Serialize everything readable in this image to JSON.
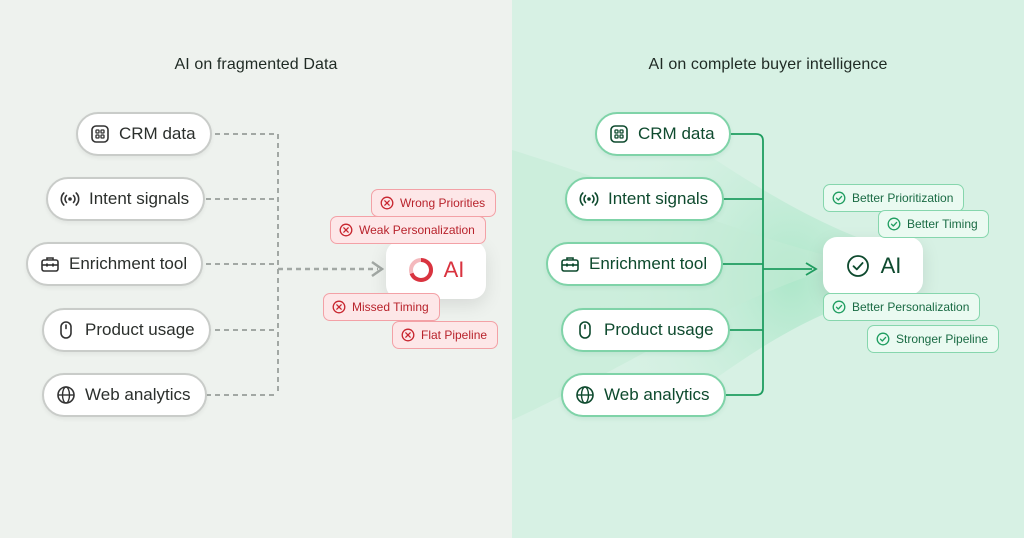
{
  "left_panel": {
    "title": "AI on fragmented Data",
    "sources": [
      {
        "label": "CRM data",
        "icon": "grid-icon"
      },
      {
        "label": "Intent signals",
        "icon": "signal-icon"
      },
      {
        "label": "Enrichment tool",
        "icon": "toolbox-icon"
      },
      {
        "label": "Product usage",
        "icon": "mouse-icon"
      },
      {
        "label": "Web analytics",
        "icon": "globe-icon"
      }
    ],
    "hub_label": "AI",
    "outcomes": [
      "Wrong Priorities",
      "Weak Personalization",
      "Missed Timing",
      "Flat Pipeline"
    ]
  },
  "right_panel": {
    "title": "AI on complete buyer intelligence",
    "sources": [
      {
        "label": "CRM data",
        "icon": "grid-icon"
      },
      {
        "label": "Intent signals",
        "icon": "signal-icon"
      },
      {
        "label": "Enrichment tool",
        "icon": "toolbox-icon"
      },
      {
        "label": "Product usage",
        "icon": "mouse-icon"
      },
      {
        "label": "Web analytics",
        "icon": "globe-icon"
      }
    ],
    "hub_label": "AI",
    "outcomes": [
      "Better Prioritization",
      "Better Timing",
      "Better Personalization",
      "Stronger Pipeline"
    ]
  },
  "colors": {
    "left_bg": "#eef2ee",
    "right_bg": "#d7f1e4",
    "negative": "#d9333f",
    "positive": "#1f9d60",
    "dashed_line": "#a2a8a4",
    "solid_line": "#1f9d60"
  }
}
